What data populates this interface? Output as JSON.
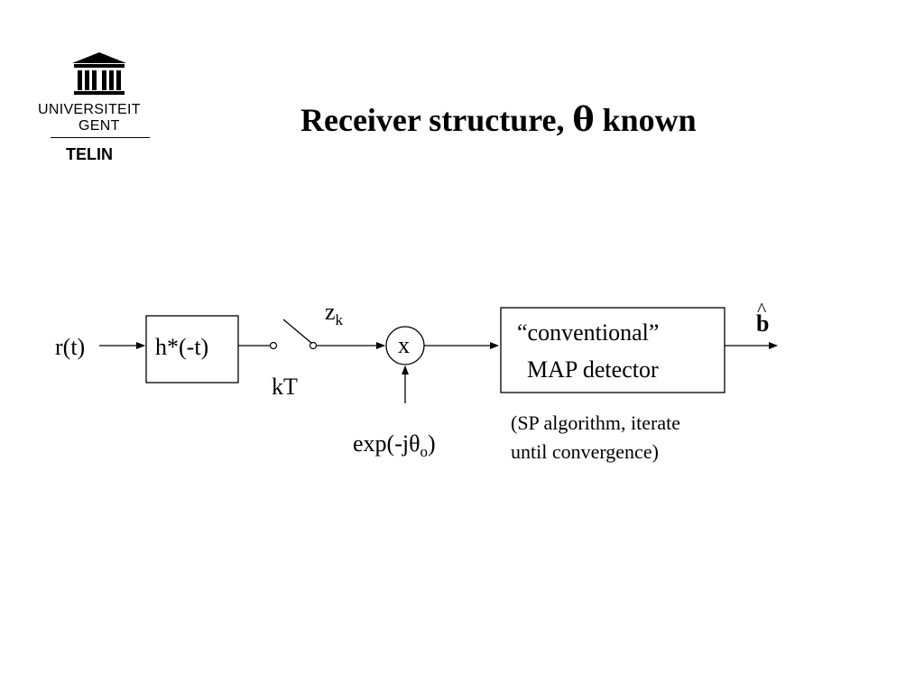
{
  "logo": {
    "name_line1": "UNIVERSITEIT",
    "name_line2": "GENT",
    "department": "TELIN"
  },
  "title": {
    "prefix": "Receiver structure, ",
    "symbol": "θ",
    "suffix": " known"
  },
  "diagram": {
    "input_signal": "r(t)",
    "filter_label": "h*(-t)",
    "sampler_label": "kT",
    "sample_label": "z",
    "sample_subscript": "k",
    "multiplier_label": "x",
    "phasor_label": "exp(-jθ",
    "phasor_subscript": "o",
    "phasor_close": ")",
    "detector_line1": "“conventional”",
    "detector_line2": "MAP detector",
    "detector_note_line1": "(SP algorithm, iterate",
    "detector_note_line2": "until convergence)",
    "output_label": "b",
    "output_accent": "^"
  }
}
